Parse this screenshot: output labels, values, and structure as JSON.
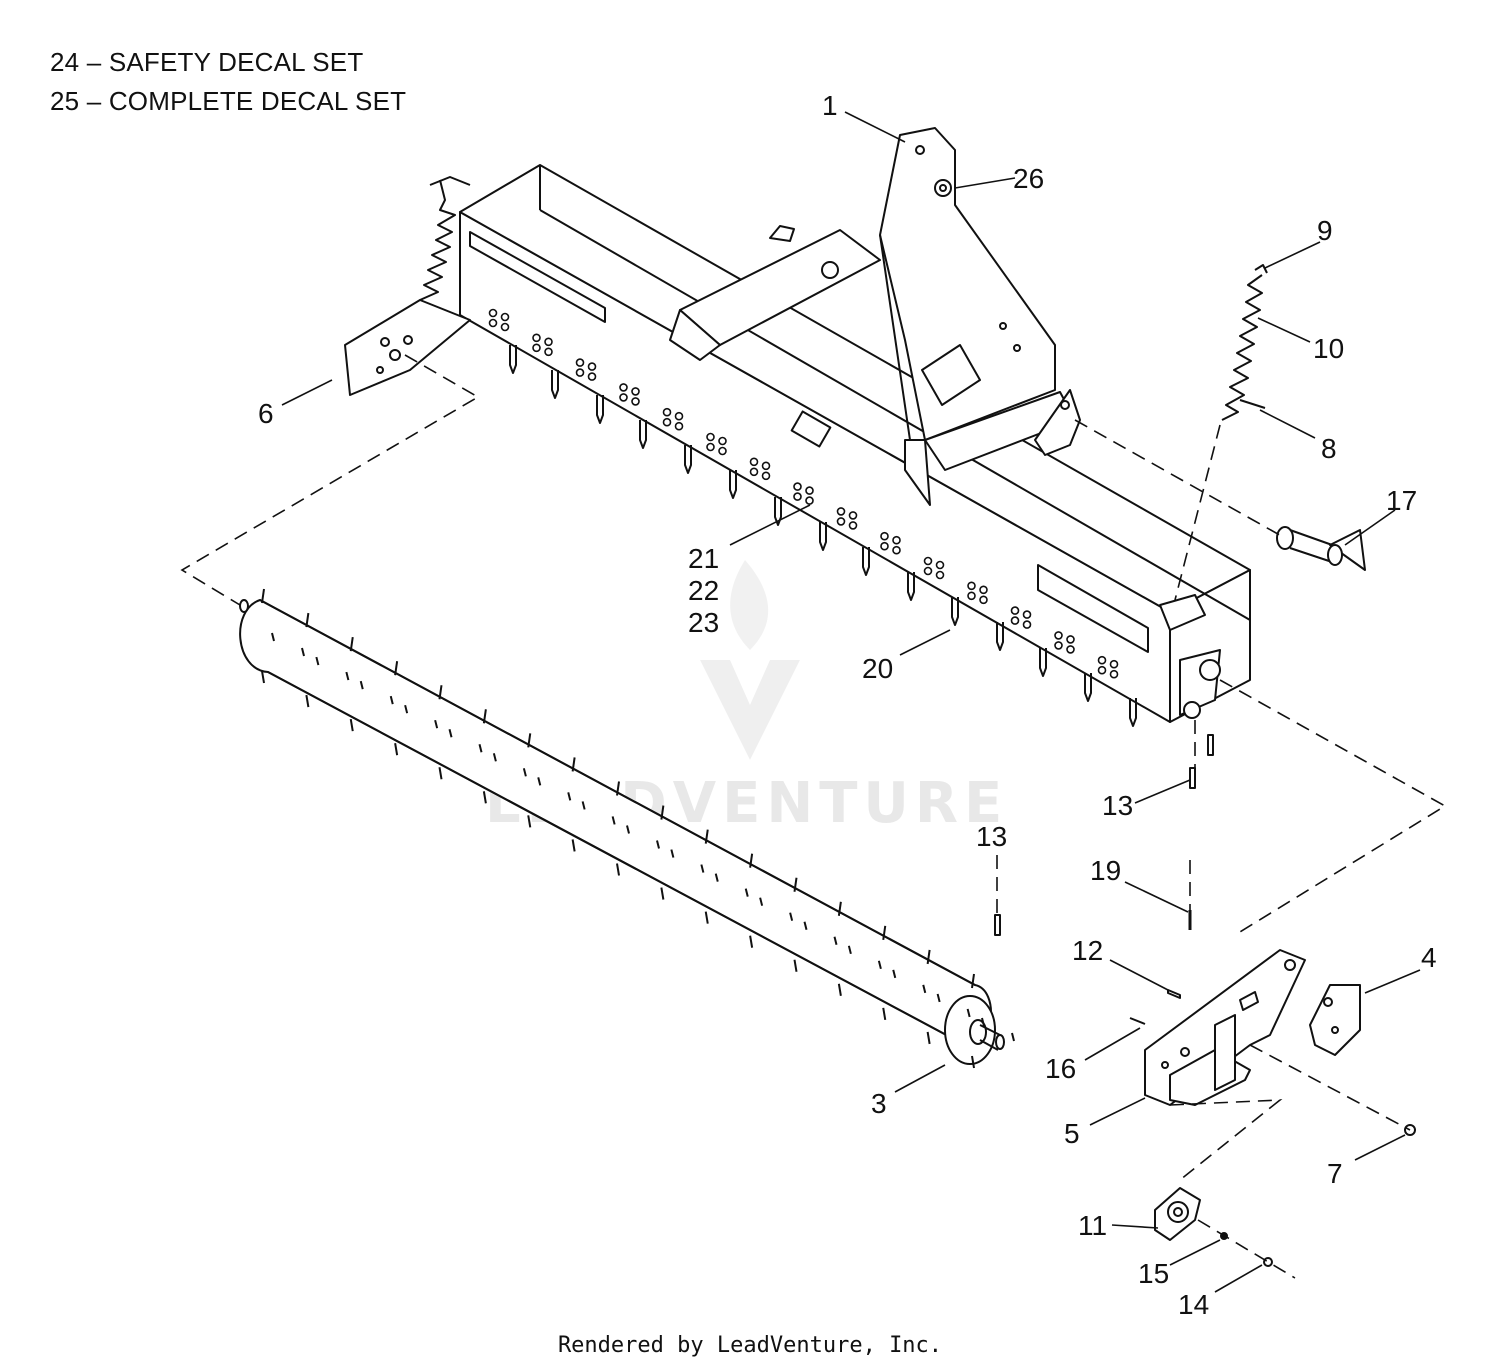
{
  "notes": [
    "24 – SAFETY DECAL SET",
    "25 – COMPLETE DECAL SET"
  ],
  "callouts": [
    "1",
    "26",
    "9",
    "10",
    "8",
    "17",
    "6",
    "21",
    "22",
    "23",
    "20",
    "13",
    "13",
    "19",
    "12",
    "4",
    "16",
    "3",
    "5",
    "7",
    "11",
    "15",
    "14"
  ],
  "watermark": "LEADVENTURE",
  "footer": "Rendered by LeadVenture, Inc.",
  "colors": {
    "line": "#111111",
    "watermark": "#e6e6e6"
  }
}
